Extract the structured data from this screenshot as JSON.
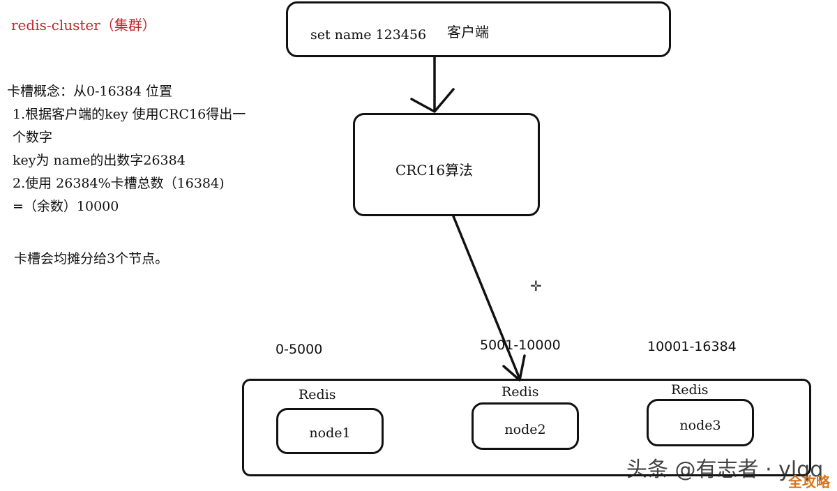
{
  "title": "redis-cluster（集群）",
  "notes": {
    "heading": "卡槽概念：从0-16384 位置",
    "step1_line1": "1.根据客户端的key 使用CRC16得出一",
    "step1_line2": "个数字",
    "step1_line3": "key为 name的出数字26384",
    "step2_line1": "2.使用 26384%卡槽总数（16384)",
    "step2_line2": "=（余数）10000",
    "summary": "卡槽会均摊分给3个节点。"
  },
  "client": {
    "command": "set name 123456",
    "label": "客户端"
  },
  "crc": {
    "label": "CRC16算法"
  },
  "ranges": [
    "0-5000",
    "5001-10000",
    "10001-16384"
  ],
  "nodes": [
    {
      "header": "Redis",
      "name": "node1"
    },
    {
      "header": "Redis",
      "name": "node2"
    },
    {
      "header": "Redis",
      "name": "node3"
    }
  ],
  "cursor_glyph": "✛",
  "watermark": "头条 @有志者 · ylqq",
  "watermark_badge": "全攻略"
}
